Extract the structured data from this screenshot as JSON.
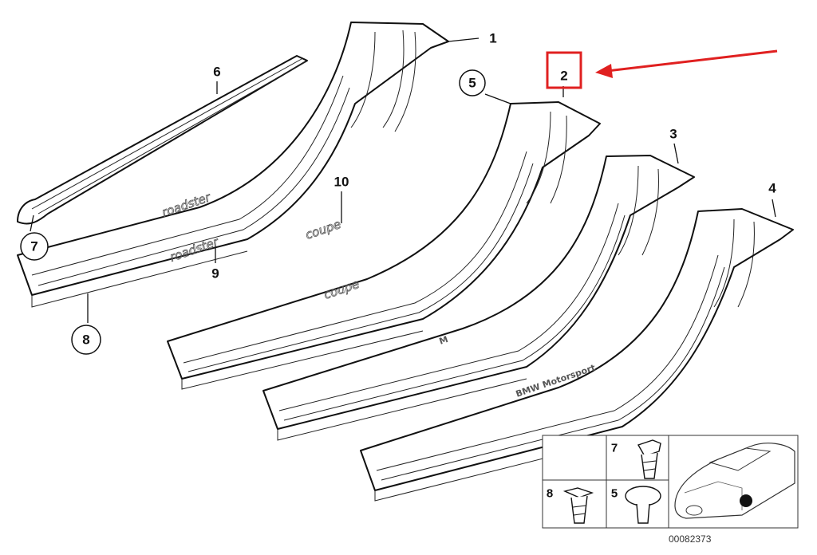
{
  "callouts": {
    "c1": "1",
    "c2": "2",
    "c3": "3",
    "c4": "4",
    "c5": "5",
    "c6": "6",
    "c7": "7",
    "c8": "8",
    "c9": "9",
    "c10": "10"
  },
  "emblems": {
    "roadster": "roadster",
    "coupe": "coupe",
    "m_logo": "M",
    "bmw_motorsport": "BMW Motorsport"
  },
  "inset": {
    "clip7_label": "7",
    "clip8_label": "8",
    "clip5_label": "5",
    "doc_number": "00082373"
  },
  "colors": {
    "highlight": "#e02020",
    "line": "#111111"
  }
}
